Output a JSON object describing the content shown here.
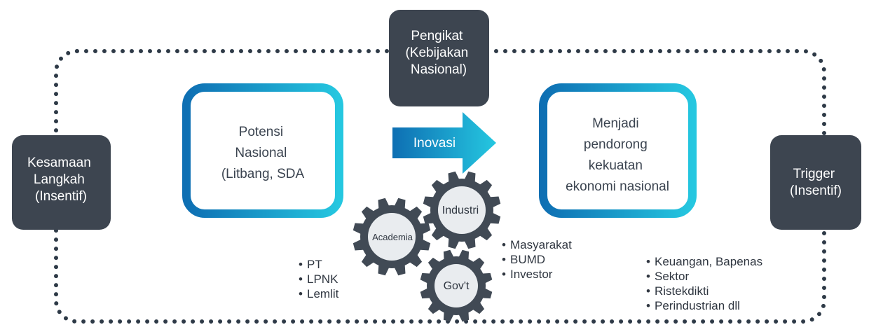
{
  "colors": {
    "dark_box": "#3d4550",
    "gradient_start": "#0e6fb3",
    "gradient_end": "#25c7e0",
    "gear": "#414a55",
    "gear_center": "#e9ecef",
    "dots": "#2e3a47"
  },
  "boxes": {
    "pengikat": [
      "Pengikat",
      "(Kebijakan",
      "Nasional)"
    ],
    "kesamaan": [
      "Kesamaan",
      "Langkah",
      "(Insentif)"
    ],
    "trigger": [
      "Trigger",
      "(Insentif)"
    ],
    "potensi": [
      "Potensi",
      "Nasional",
      "(Litbang, SDA"
    ],
    "menjadi": [
      "Menjadi",
      "pendorong",
      "kekuatan",
      "ekonomi nasional"
    ]
  },
  "arrow": {
    "label": "Inovasi"
  },
  "gears": {
    "academia": "Academia",
    "industri": "Industri",
    "govt": "Gov't"
  },
  "lists": {
    "academia": [
      "PT",
      "LPNK",
      "Lemlit"
    ],
    "industri": [
      "Masyarakat",
      "BUMD",
      "Investor"
    ],
    "trigger": [
      "Keuangan, Bapenas",
      "Sektor",
      "Ristekdikti",
      "Perindustrian dll"
    ]
  }
}
